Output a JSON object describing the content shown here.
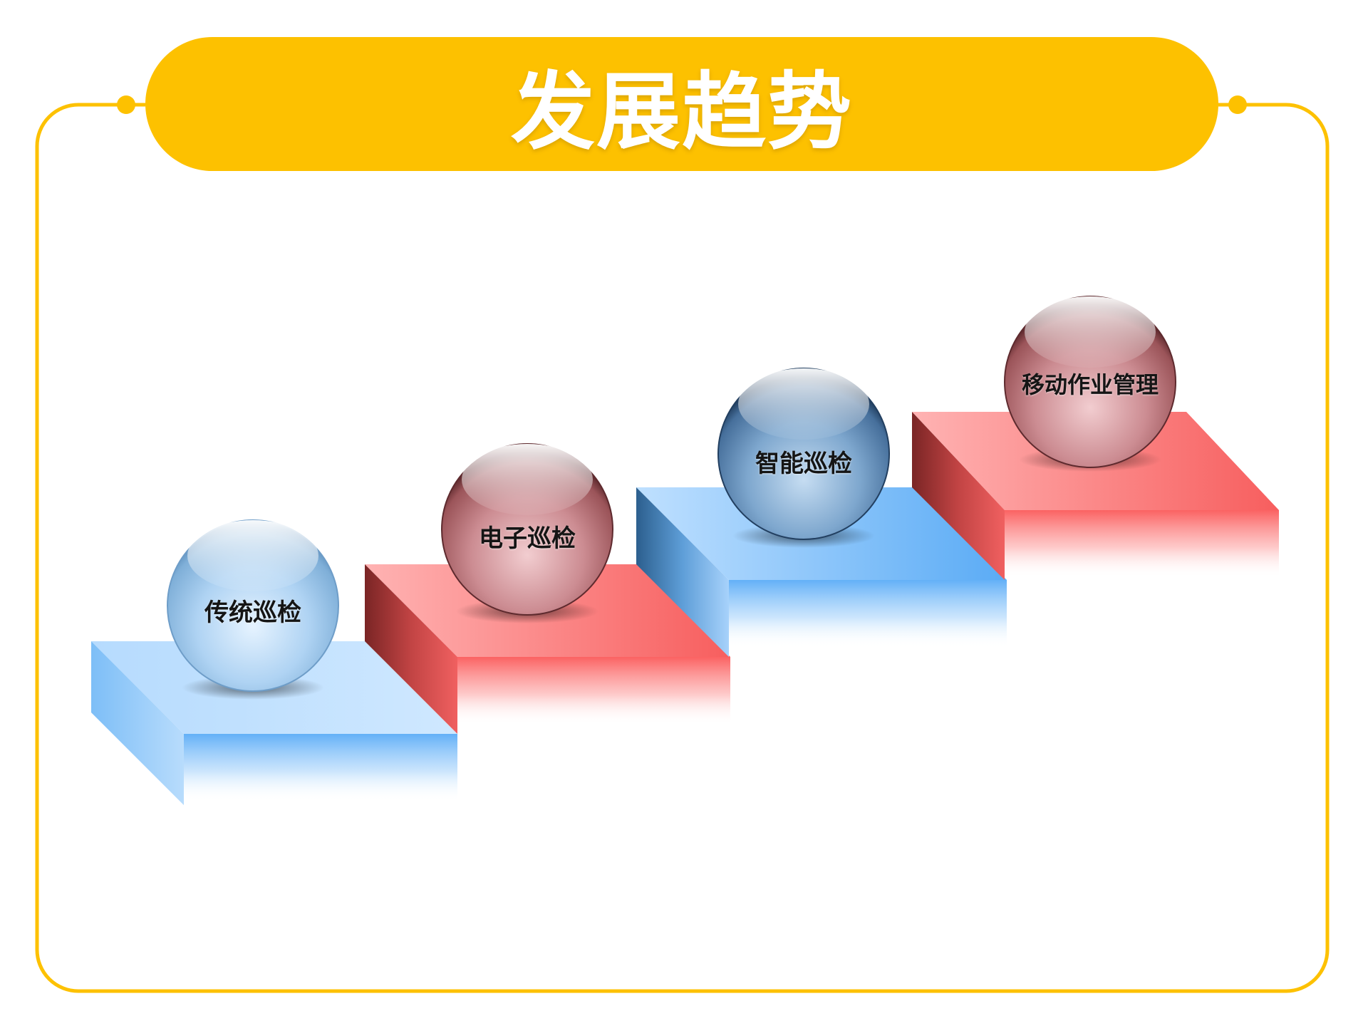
{
  "title": "发展趋势",
  "colors": {
    "frame": "#FDC100",
    "title_bg": "#FDC100",
    "title_text": "#FFFFFF",
    "blue": "#6FB2F5",
    "red": "#F86A6A",
    "sphere_blue": "#5A86B6",
    "sphere_red": "#B4646A"
  },
  "steps": [
    {
      "label": "传统巡检",
      "color": "blue"
    },
    {
      "label": "电子巡检",
      "color": "red"
    },
    {
      "label": "智能巡检",
      "color": "blue"
    },
    {
      "label": "移动作业管理",
      "color": "red"
    }
  ]
}
